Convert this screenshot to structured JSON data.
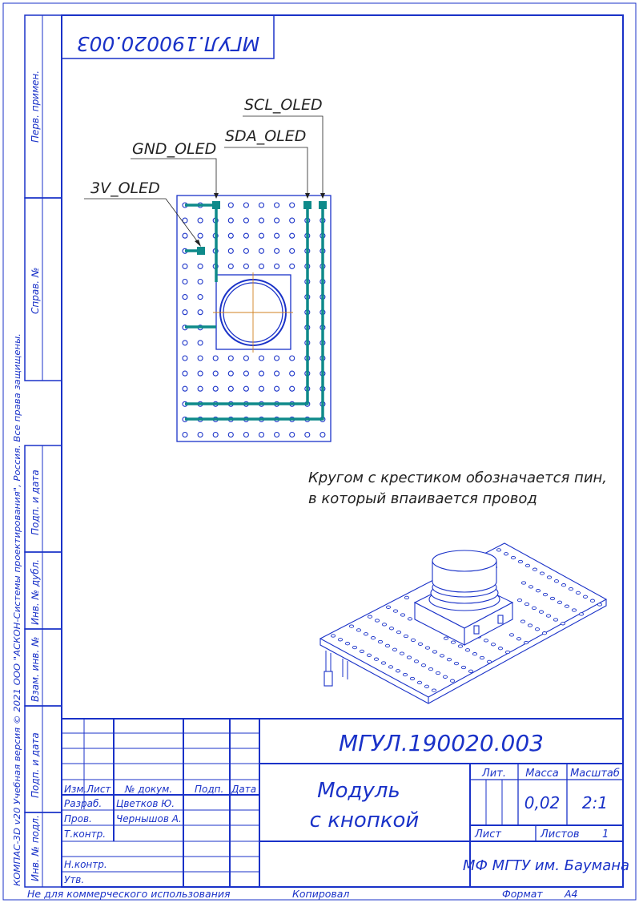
{
  "doc": {
    "designation": "МГУЛ.190020.003",
    "title_line1": "Модуль",
    "title_line2": "с кнопкой",
    "mass_header": "Масса",
    "scale_header": "Масштаб",
    "lit_header": "Лит.",
    "mass": "0,02",
    "scale": "2:1",
    "sheet_label": "Лист",
    "sheets_label": "Листов",
    "sheets_count": "1",
    "organization": "МФ МГТУ им. Баумана"
  },
  "stamp": {
    "headers": [
      "Изм.",
      "Лист",
      "№ докум.",
      "Подп.",
      "Дата"
    ],
    "roles": [
      {
        "role": "Разраб.",
        "name": "Цветков Ю."
      },
      {
        "role": "Пров.",
        "name": "Чернышов А."
      },
      {
        "role": "Т.контр.",
        "name": ""
      },
      {
        "role": "",
        "name": ""
      },
      {
        "role": "Н.контр.",
        "name": ""
      },
      {
        "role": "Утв.",
        "name": ""
      }
    ]
  },
  "side": {
    "perv_primen": "Перв. примен.",
    "sprav_no": "Справ. №",
    "podp_data_1": "Подп. и дата",
    "inv_dubl": "Инв. № дубл.",
    "vzam_inv": "Взам. инв. №",
    "podp_data_2": "Подп. и дата",
    "inv_podl": "Инв. № подл.",
    "copyright": "КОМПАС-3D v20 Учебная версия © 2021 ООО \"АСКОН-Системы проектирования\", Россия. Все права защищены."
  },
  "footer": {
    "noncommercial": "Не для коммерческого использования",
    "copied": "Копировал",
    "format_label": "Формат",
    "format_value": "A4"
  },
  "labels": {
    "scl": "SCL_OLED",
    "sda": "SDA_OLED",
    "gnd": "GND_OLED",
    "v3": "3V_OLED"
  },
  "note": {
    "line1": "Кругом с крестиком обозначается пин,",
    "line2": "в который впаивается провод"
  },
  "colors": {
    "frame": "#1a32c8",
    "trace": "#0e8a8a",
    "centerline": "#d08020"
  }
}
